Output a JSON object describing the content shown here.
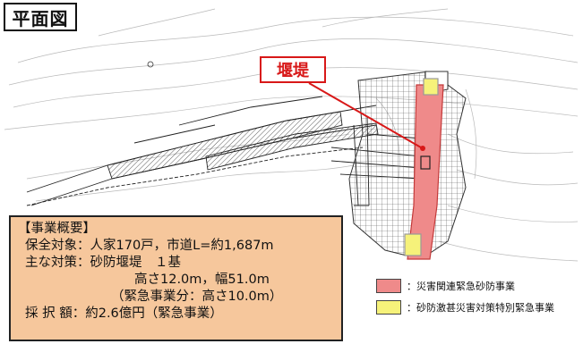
{
  "title": "平面図",
  "callout": "堰堤",
  "summary": {
    "heading": "【事業概要】",
    "lines": [
      "保全対象：人家170戸，市道L=約1,687m",
      "主な対策：砂防堰堤　１基",
      "高さ12.0m，幅51.0m",
      "（緊急事業分：高さ10.0m）",
      "採 択 額：約2.6億円（緊急事業）"
    ]
  },
  "legend": [
    {
      "label": "：災害関連緊急砂防事業",
      "color": "#ef8a8a"
    },
    {
      "label": "：砂防激甚災害対策特別緊急事業",
      "color": "#f6f27a"
    }
  ],
  "colors": {
    "dam_fill": "#ef8a8a",
    "yellow_fill": "#f6f27a",
    "callout_red": "#d81818",
    "summary_bg": "#f6c79c"
  }
}
